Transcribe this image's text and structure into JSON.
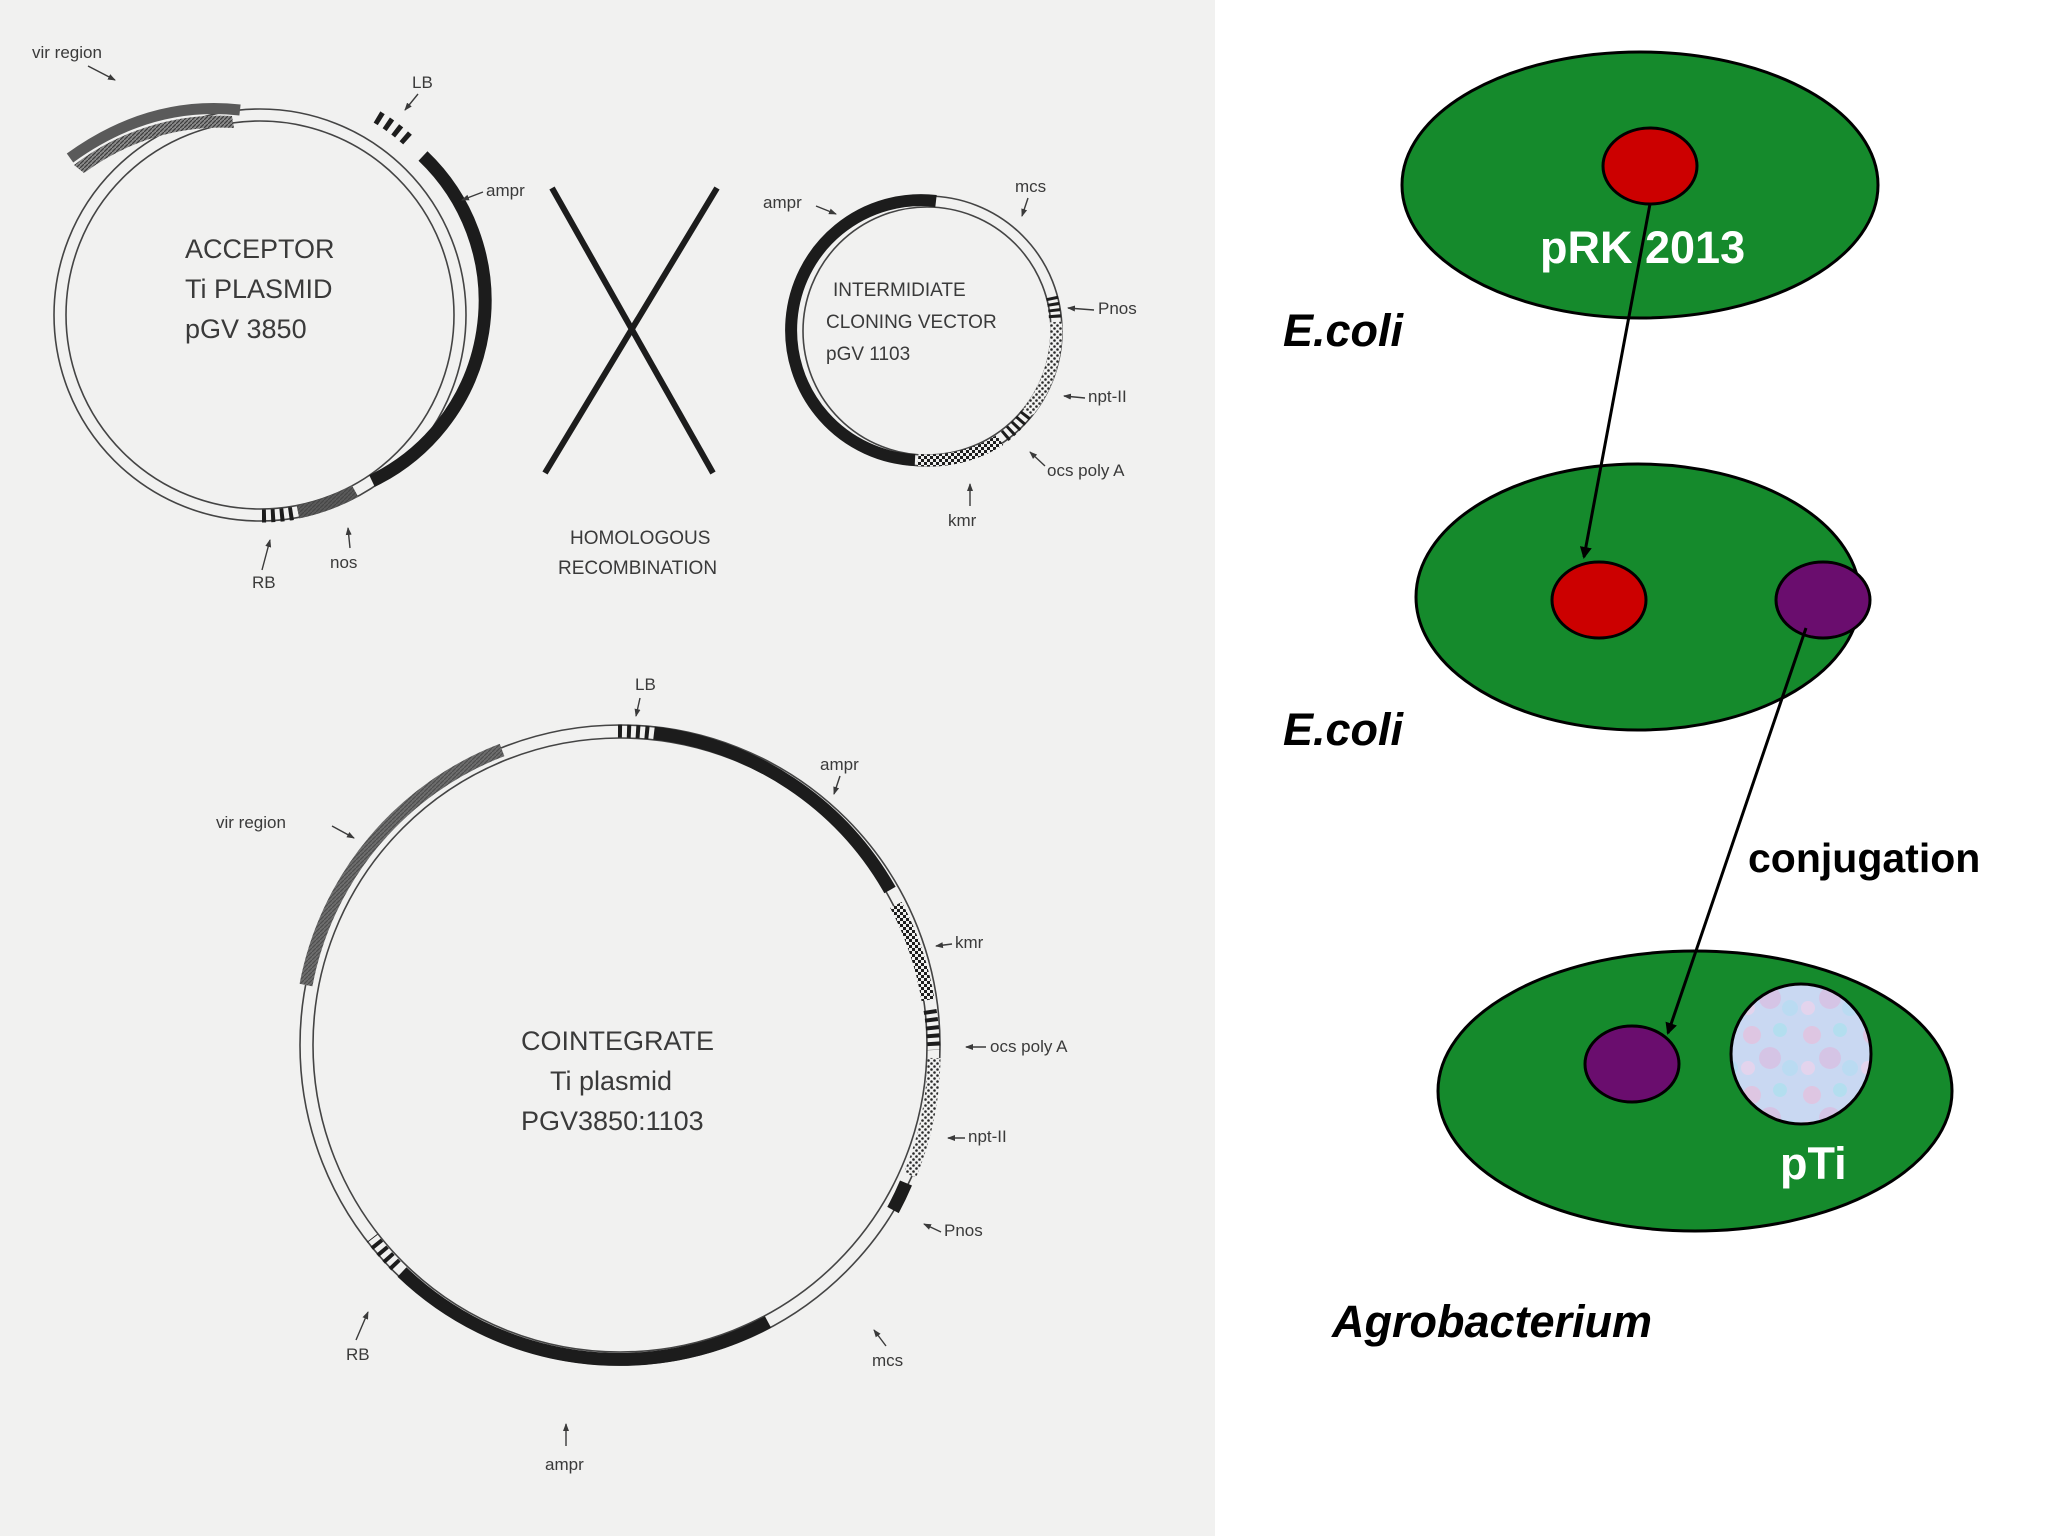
{
  "colors": {
    "cell_fill": "#158a2c",
    "ecoli_plasmid": "#cc0000",
    "helper_plasmid": "#6a0d6e",
    "pti_plasmid": "#c9d8f2",
    "scan_background": "#f1f1f0"
  },
  "acceptor": {
    "title_lines": [
      "ACCEPTOR",
      "Ti PLASMID",
      "pGV 3850"
    ],
    "labels": {
      "vir": "vir region",
      "lb": "LB",
      "ampr": "ampr",
      "rb": "RB",
      "nos": "nos"
    }
  },
  "cross": {
    "caption_lines": [
      "HOMOLOGOUS",
      "RECOMBINATION"
    ]
  },
  "intermediate": {
    "title_lines": [
      "INTERMIDIATE",
      "CLONING VECTOR",
      "pGV 1103"
    ],
    "labels": {
      "ampr": "ampr",
      "mcs": "mcs",
      "pnos": "Pnos",
      "nptii": "npt-II",
      "ocs": "ocs poly A",
      "kmr": "kmr"
    }
  },
  "cointegrate": {
    "title_lines": [
      "COINTEGRATE",
      "Ti plasmid",
      "PGV3850:1103"
    ],
    "labels": {
      "lb": "LB",
      "ampr_top": "ampr",
      "vir": "vir region",
      "kmr": "kmr",
      "ocs": "ocs poly A",
      "nptii": "npt-II",
      "pnos": "Pnos",
      "rb": "RB",
      "mcs": "mcs",
      "ampr_bottom": "ampr"
    }
  },
  "conjugation_diagram": {
    "cells": [
      {
        "organism": "E.coli",
        "plasmids": [
          "pRK 2013"
        ]
      },
      {
        "organism": "E.coli",
        "plasmids": []
      },
      {
        "organism": "Agrobacterium",
        "plasmids": [
          "pTi"
        ]
      }
    ],
    "transfer_label": "conjugation"
  }
}
